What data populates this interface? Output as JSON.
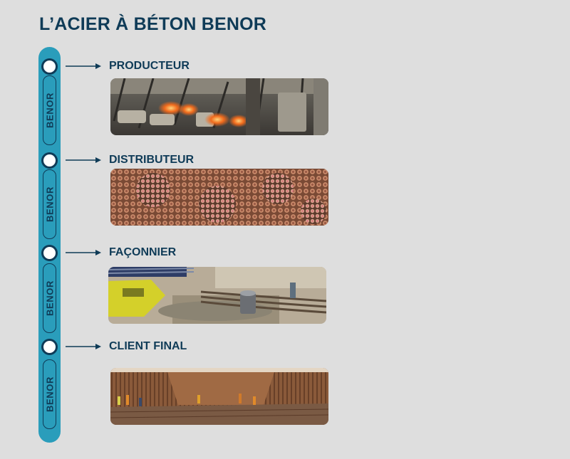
{
  "title": "L’ACIER À BÉTON BENOR",
  "badge_text": "BENOR",
  "steps": [
    {
      "label": "PRODUCTEUR",
      "photo": "steel-mill-hot-rolling-photo"
    },
    {
      "label": "DISTRIBUTEUR",
      "photo": "rebar-bundles-stack-photo"
    },
    {
      "label": "FAÇONNIER",
      "photo": "rebar-bending-machine-photo"
    },
    {
      "label": "CLIENT FINAL",
      "photo": "construction-site-rebar-cage-photo"
    }
  ],
  "colors": {
    "background": "#dedede",
    "navy": "#0f3b57",
    "rail": "#2a9dbb"
  }
}
